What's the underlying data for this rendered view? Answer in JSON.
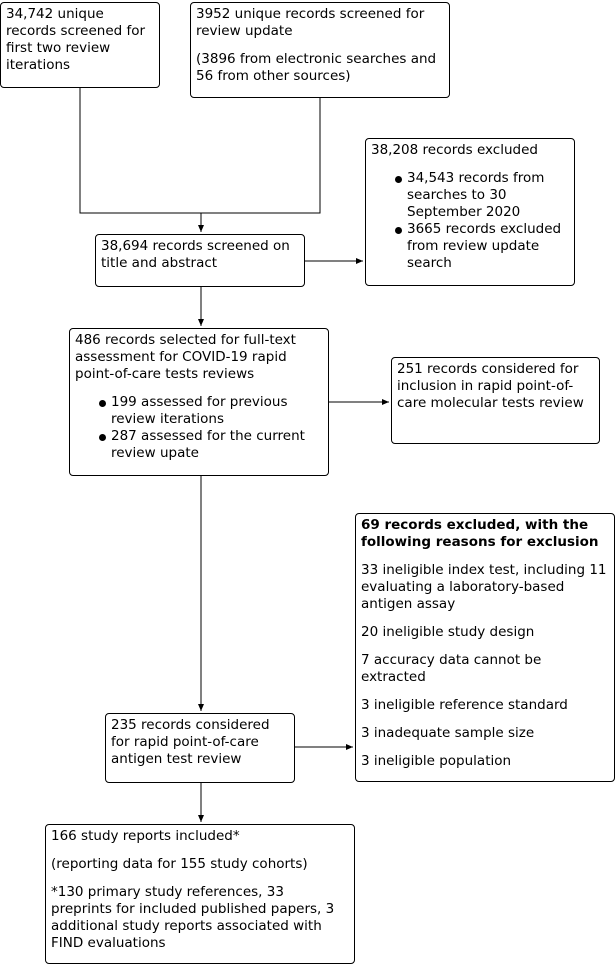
{
  "boxes": {
    "first_iterations": "34,742 unique records screened for first two review iterations",
    "update_title": "3952 unique records screened for review update",
    "update_detail": "(3896 from electronic searches and 56 from other sources)",
    "excluded_title": "38,208 records excluded",
    "excluded_items": [
      "34,543 records from searches to 30 September 2020",
      "3665 records excluded from review update search"
    ],
    "screened": "38,694 records screened on title and abstract",
    "fulltext_title": "486 records selected for full-text assessment for COVID-19 rapid point-of-care tests reviews",
    "fulltext_items": [
      "199 assessed for previous review iterations",
      "287 assessed for the current review upate"
    ],
    "molecular": "251 records considered for inclusion in rapid point-of-care molecular tests review",
    "excl69_title": "69 records excluded, with the following reasons for exclusion",
    "excl69_reasons": [
      "33 ineligible index test, including 11 evaluating a laboratory-based antigen assay",
      "20 ineligible study design",
      "7 accuracy data cannot be extracted",
      "3 ineligible reference standard",
      "3 inadequate sample size",
      "3 ineligible population"
    ],
    "antigen": "235 records considered for rapid point-of-care antigen test review",
    "included_title": "166 study reports included*",
    "included_sub": "(reporting data for 155 study cohorts)",
    "included_note": "*130 primary study references, 33 preprints for included published papers, 3 additional study reports associated with FIND evaluations"
  }
}
